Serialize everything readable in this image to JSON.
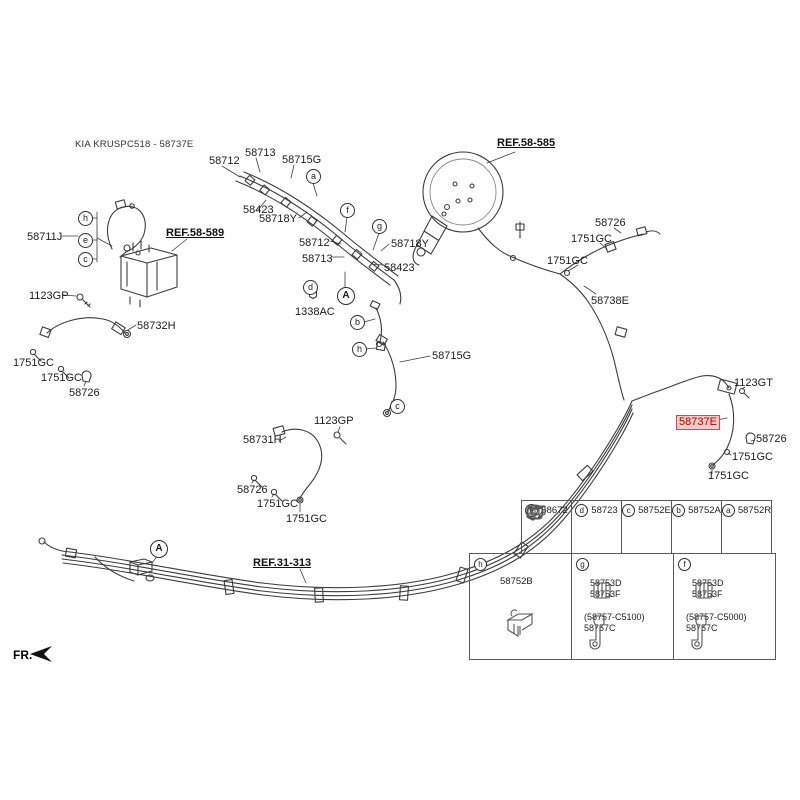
{
  "title": "KIA KRUSPC518 - 58737E",
  "fr": "FR.",
  "refs": {
    "ref_58_589": "REF.58-589",
    "ref_58_585": "REF.58-585",
    "ref_31_313": "REF.31-313"
  },
  "highlight": {
    "part": "58737E",
    "color": "#b40000"
  },
  "labels": [
    "58712",
    "58713",
    "58715G",
    "58423",
    "58718Y",
    "58711J",
    "58712",
    "58718Y",
    "58713",
    "58423",
    "1123GP",
    "1338AC",
    "58732H",
    "58715G",
    "1751GC",
    "1751GC",
    "58726",
    "1123GP",
    "58731H",
    "58726",
    "1751GC",
    "1751GC",
    "58726",
    "1751GC",
    "1751GC",
    "58738E",
    "1123GT",
    "58726",
    "1751GC",
    "1751GC"
  ],
  "callouts": [
    "h",
    "e",
    "c",
    "a",
    "f",
    "g",
    "d",
    "b",
    "h",
    "c",
    "A",
    "A"
  ],
  "legend": {
    "row1": [
      {
        "letter": "e",
        "part": "58672",
        "icon": "grommet-icon"
      },
      {
        "letter": "d",
        "part": "58723",
        "icon": "tube-clip-icon"
      },
      {
        "letter": "c",
        "part": "58752E",
        "icon": "clamp-clip-icon"
      },
      {
        "letter": "b",
        "part": "58752A",
        "icon": "holder-clip-icon"
      },
      {
        "letter": "a",
        "part": "58752R",
        "icon": "block-clip-icon"
      }
    ],
    "row2": [
      {
        "letter": "h",
        "line1": "58752B"
      },
      {
        "letter": "g",
        "line1": "58753D",
        "line2": "58753F",
        "line3": "(58757-C5100)",
        "line4": "58757C"
      },
      {
        "letter": "f",
        "line1": "58753D",
        "line2": "58753F",
        "line3": "(58757-C5000)",
        "line4": "58757C"
      }
    ]
  }
}
